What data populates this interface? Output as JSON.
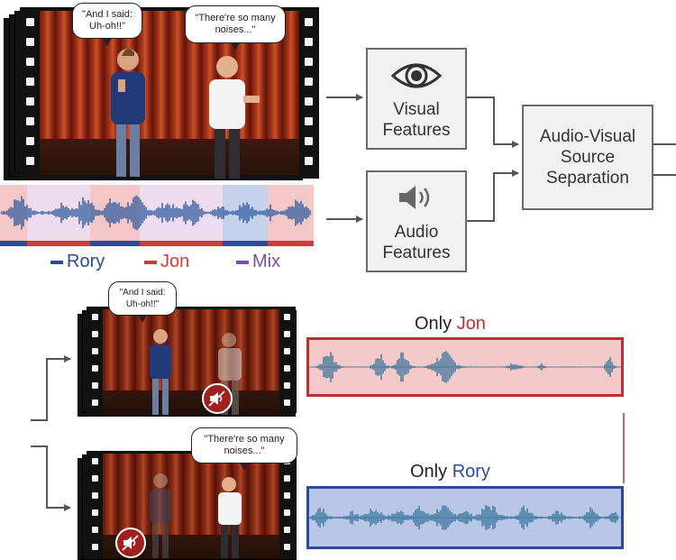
{
  "top_scene": {
    "bubble_left": "\"And I said: Uh-oh!!\"",
    "bubble_right": "\"There're so many noises...\""
  },
  "legend": [
    {
      "label": "Rory",
      "color": "#2c4a9a"
    },
    {
      "label": "Jon",
      "color": "#d03a3a"
    },
    {
      "label": "Mix",
      "color": "#7b4fa8"
    }
  ],
  "boxes": {
    "visual_line1": "Visual",
    "visual_line2": "Features",
    "audio_line1": "Audio",
    "audio_line2": "Features",
    "sep_line1": "Audio-Visual",
    "sep_line2": "Source",
    "sep_line3": "Separation"
  },
  "outputs": {
    "jon": {
      "prefix": "Only ",
      "name": "Jon",
      "name_color": "#b83232",
      "bubble": "\"And I said: Uh-oh!!\""
    },
    "rory": {
      "prefix": "Only ",
      "name": "Rory",
      "name_color": "#2c4a9a",
      "bubble": "\"There're so many noises...\""
    }
  },
  "icons": [
    "eye-icon",
    "speaker-icon",
    "mute-icon"
  ]
}
